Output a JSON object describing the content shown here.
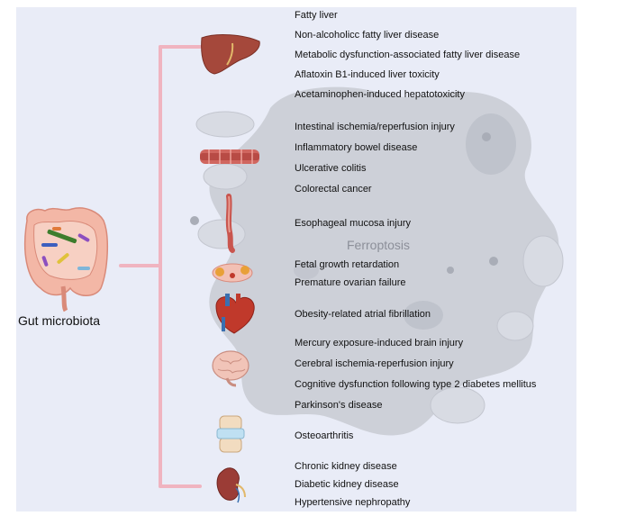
{
  "center_label": "Gut microbiota",
  "background_label": "Ferroptosis",
  "colors": {
    "bracket": "#f0b4c0",
    "panel": "#e9ecf7",
    "cell": "#cdd0d8"
  },
  "organ_groups": [
    {
      "organ": "liver-icon",
      "diseases": [
        "Fatty liver",
        "Non-alcoholicc fatty liver disease",
        "Metabolic dysfunction-associated fatty liver disease",
        "Aflatoxin B1-induced liver toxicity",
        "Acetaminophen-induced hepatotoxicity"
      ]
    },
    {
      "organ": "intestine-icon",
      "diseases": [
        "Intestinal ischemia/reperfusion injury",
        "Inflammatory bowel disease",
        "Ulcerative colitis",
        "Colorectal cancer"
      ]
    },
    {
      "organ": "esophagus-icon",
      "diseases": [
        "Esophageal mucosa injury"
      ]
    },
    {
      "organ": "ovary-icon",
      "diseases": [
        "Fetal growth retardation",
        "Premature ovarian failure"
      ]
    },
    {
      "organ": "heart-icon",
      "diseases": [
        "Obesity-related atrial fibrillation"
      ]
    },
    {
      "organ": "brain-icon",
      "diseases": [
        "Mercury exposure-induced brain injury",
        "Cerebral ischemia-reperfusion injury",
        "Cognitive dysfunction following type 2 diabetes mellitus",
        "Parkinson's disease"
      ]
    },
    {
      "organ": "joint-icon",
      "diseases": [
        "Osteoarthritis"
      ]
    },
    {
      "organ": "kidney-icon",
      "diseases": [
        "Chronic kidney disease",
        "Diabetic kidney disease",
        "Hypertensive nephropathy"
      ]
    }
  ]
}
